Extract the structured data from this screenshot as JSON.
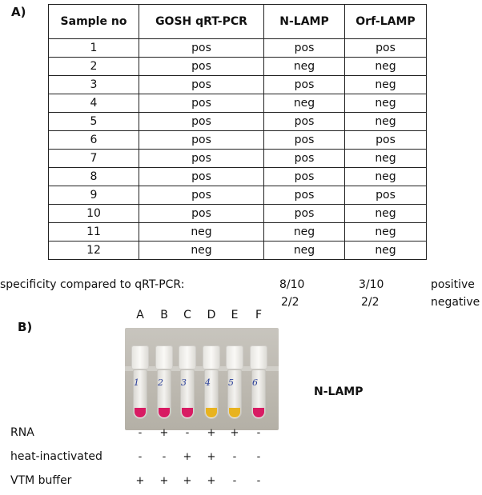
{
  "panel_a_label": "A)",
  "panel_b_label": "B)",
  "table": {
    "headers": [
      "Sample no",
      "GOSH qRT-PCR",
      "N-LAMP",
      "Orf-LAMP"
    ],
    "rows": [
      [
        "1",
        "pos",
        "pos",
        "pos"
      ],
      [
        "2",
        "pos",
        "neg",
        "neg"
      ],
      [
        "3",
        "pos",
        "pos",
        "neg"
      ],
      [
        "4",
        "pos",
        "neg",
        "neg"
      ],
      [
        "5",
        "pos",
        "pos",
        "neg"
      ],
      [
        "6",
        "pos",
        "pos",
        "pos"
      ],
      [
        "7",
        "pos",
        "pos",
        "neg"
      ],
      [
        "8",
        "pos",
        "pos",
        "neg"
      ],
      [
        "9",
        "pos",
        "pos",
        "pos"
      ],
      [
        "10",
        "pos",
        "pos",
        "neg"
      ],
      [
        "11",
        "neg",
        "neg",
        "neg"
      ],
      [
        "12",
        "neg",
        "neg",
        "neg"
      ]
    ]
  },
  "specificity": {
    "label": "specificity compared to qRT-PCR:",
    "n_lamp_positive": "8/10",
    "orf_lamp_positive": "3/10",
    "positive_label": "positive",
    "n_lamp_negative": "2/2",
    "orf_lamp_negative": "2/2",
    "negative_label": "negative"
  },
  "lanes": [
    "A",
    "B",
    "C",
    "D",
    "E",
    "F"
  ],
  "tubes": [
    {
      "label": "1",
      "color": "#d81b63"
    },
    {
      "label": "2",
      "color": "#d81b63"
    },
    {
      "label": "3",
      "color": "#d81b63"
    },
    {
      "label": "4",
      "color": "#e8b320"
    },
    {
      "label": "5",
      "color": "#e8b320"
    },
    {
      "label": "6",
      "color": "#d81b63"
    }
  ],
  "assay_label": "N-LAMP",
  "conditions": [
    {
      "label": "RNA",
      "signs": [
        "-",
        "+",
        "-",
        "+",
        "+",
        "-"
      ]
    },
    {
      "label": "heat-inactivated",
      "signs": [
        "-",
        "-",
        "+",
        "+",
        "-",
        "-"
      ]
    },
    {
      "label": "VTM buffer",
      "signs": [
        "+",
        "+",
        "+",
        "+",
        "-",
        "-"
      ]
    }
  ]
}
